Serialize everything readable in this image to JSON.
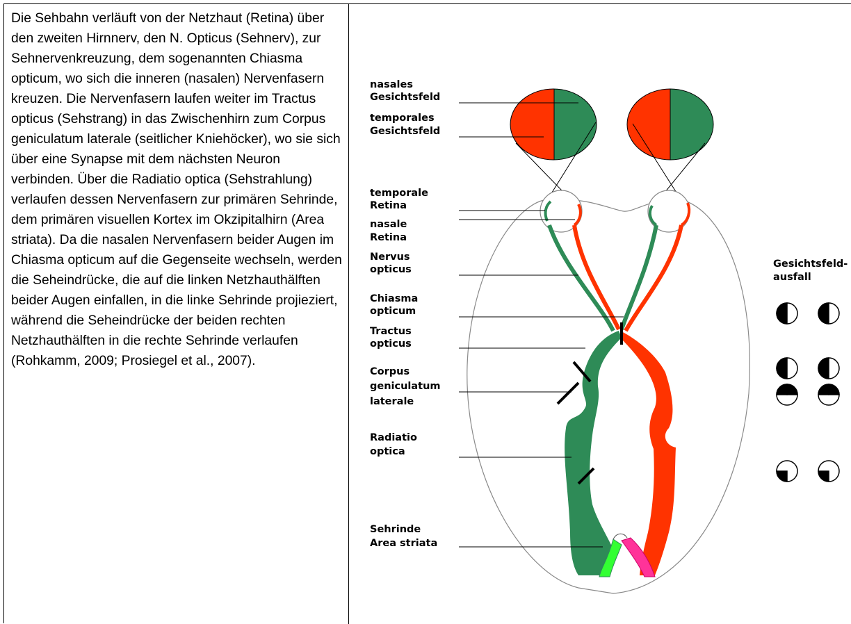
{
  "document": {
    "paragraph": "Die Sehbahn verläuft von der Netzhaut (Retina) über den zweiten Hirnnerv, den N. Opticus (Sehnerv), zur Sehnervenkreuzung, dem sogenannten Chiasma opticum, wo sich die inneren (nasalen) Nervenfasern kreuzen. Die Nervenfasern laufen weiter im Tractus opticus (Sehstrang) in das Zwischenhirn zum Corpus geniculatum laterale (seitlicher Kniehöcker), wo sie sich über eine Synapse mit dem nächsten Neuron verbinden. Über die Radiatio optica (Sehstrahlung) verlaufen dessen Nervenfasern zur primären Sehrinde, dem primären visuellen Kortex im Okzipitalhirn (Area striata). Da die nasalen Nervenfasern beider Augen im Chiasma opticum auf die Gegenseite wechseln, werden die Seheindrücke, die auf die linken Netzhauthälften beider Augen einfallen, in die linke Sehrinde projieziert, während die Seheindrücke der beiden rechten Netzhauthälften in die rechte Sehrinde verlaufen (Rohkamm, 2009; Prosiegel et al., 2007)."
  },
  "figure": {
    "labels": {
      "nasal_field_1": "nasales",
      "nasal_field_2": "Gesichtsfeld",
      "temporal_field_1": "temporales",
      "temporal_field_2": "Gesichtsfeld",
      "temporal_retina_1": "temporale",
      "temporal_retina_2": "Retina",
      "nasal_retina_1": "nasale",
      "nasal_retina_2": "Retina",
      "nervus_1": "Nervus",
      "nervus_2": "opticus",
      "chiasma_1": "Chiasma",
      "chiasma_2": "opticum",
      "tractus_1": "Tractus",
      "tractus_2": "opticus",
      "corpus_1": "Corpus",
      "corpus_2": "geniculatum",
      "corpus_3": "laterale",
      "radiatio_1": "Radiatio",
      "radiatio_2": "optica",
      "sehrinde_1": "Sehrinde",
      "sehrinde_2": "Area striata",
      "deficit_1": "Gesichtsfeld-",
      "deficit_2": "ausfall"
    },
    "colors": {
      "red": "#ff3300",
      "green": "#2e8b57",
      "light_green": "#33ff33",
      "pink": "#ff3399"
    }
  }
}
